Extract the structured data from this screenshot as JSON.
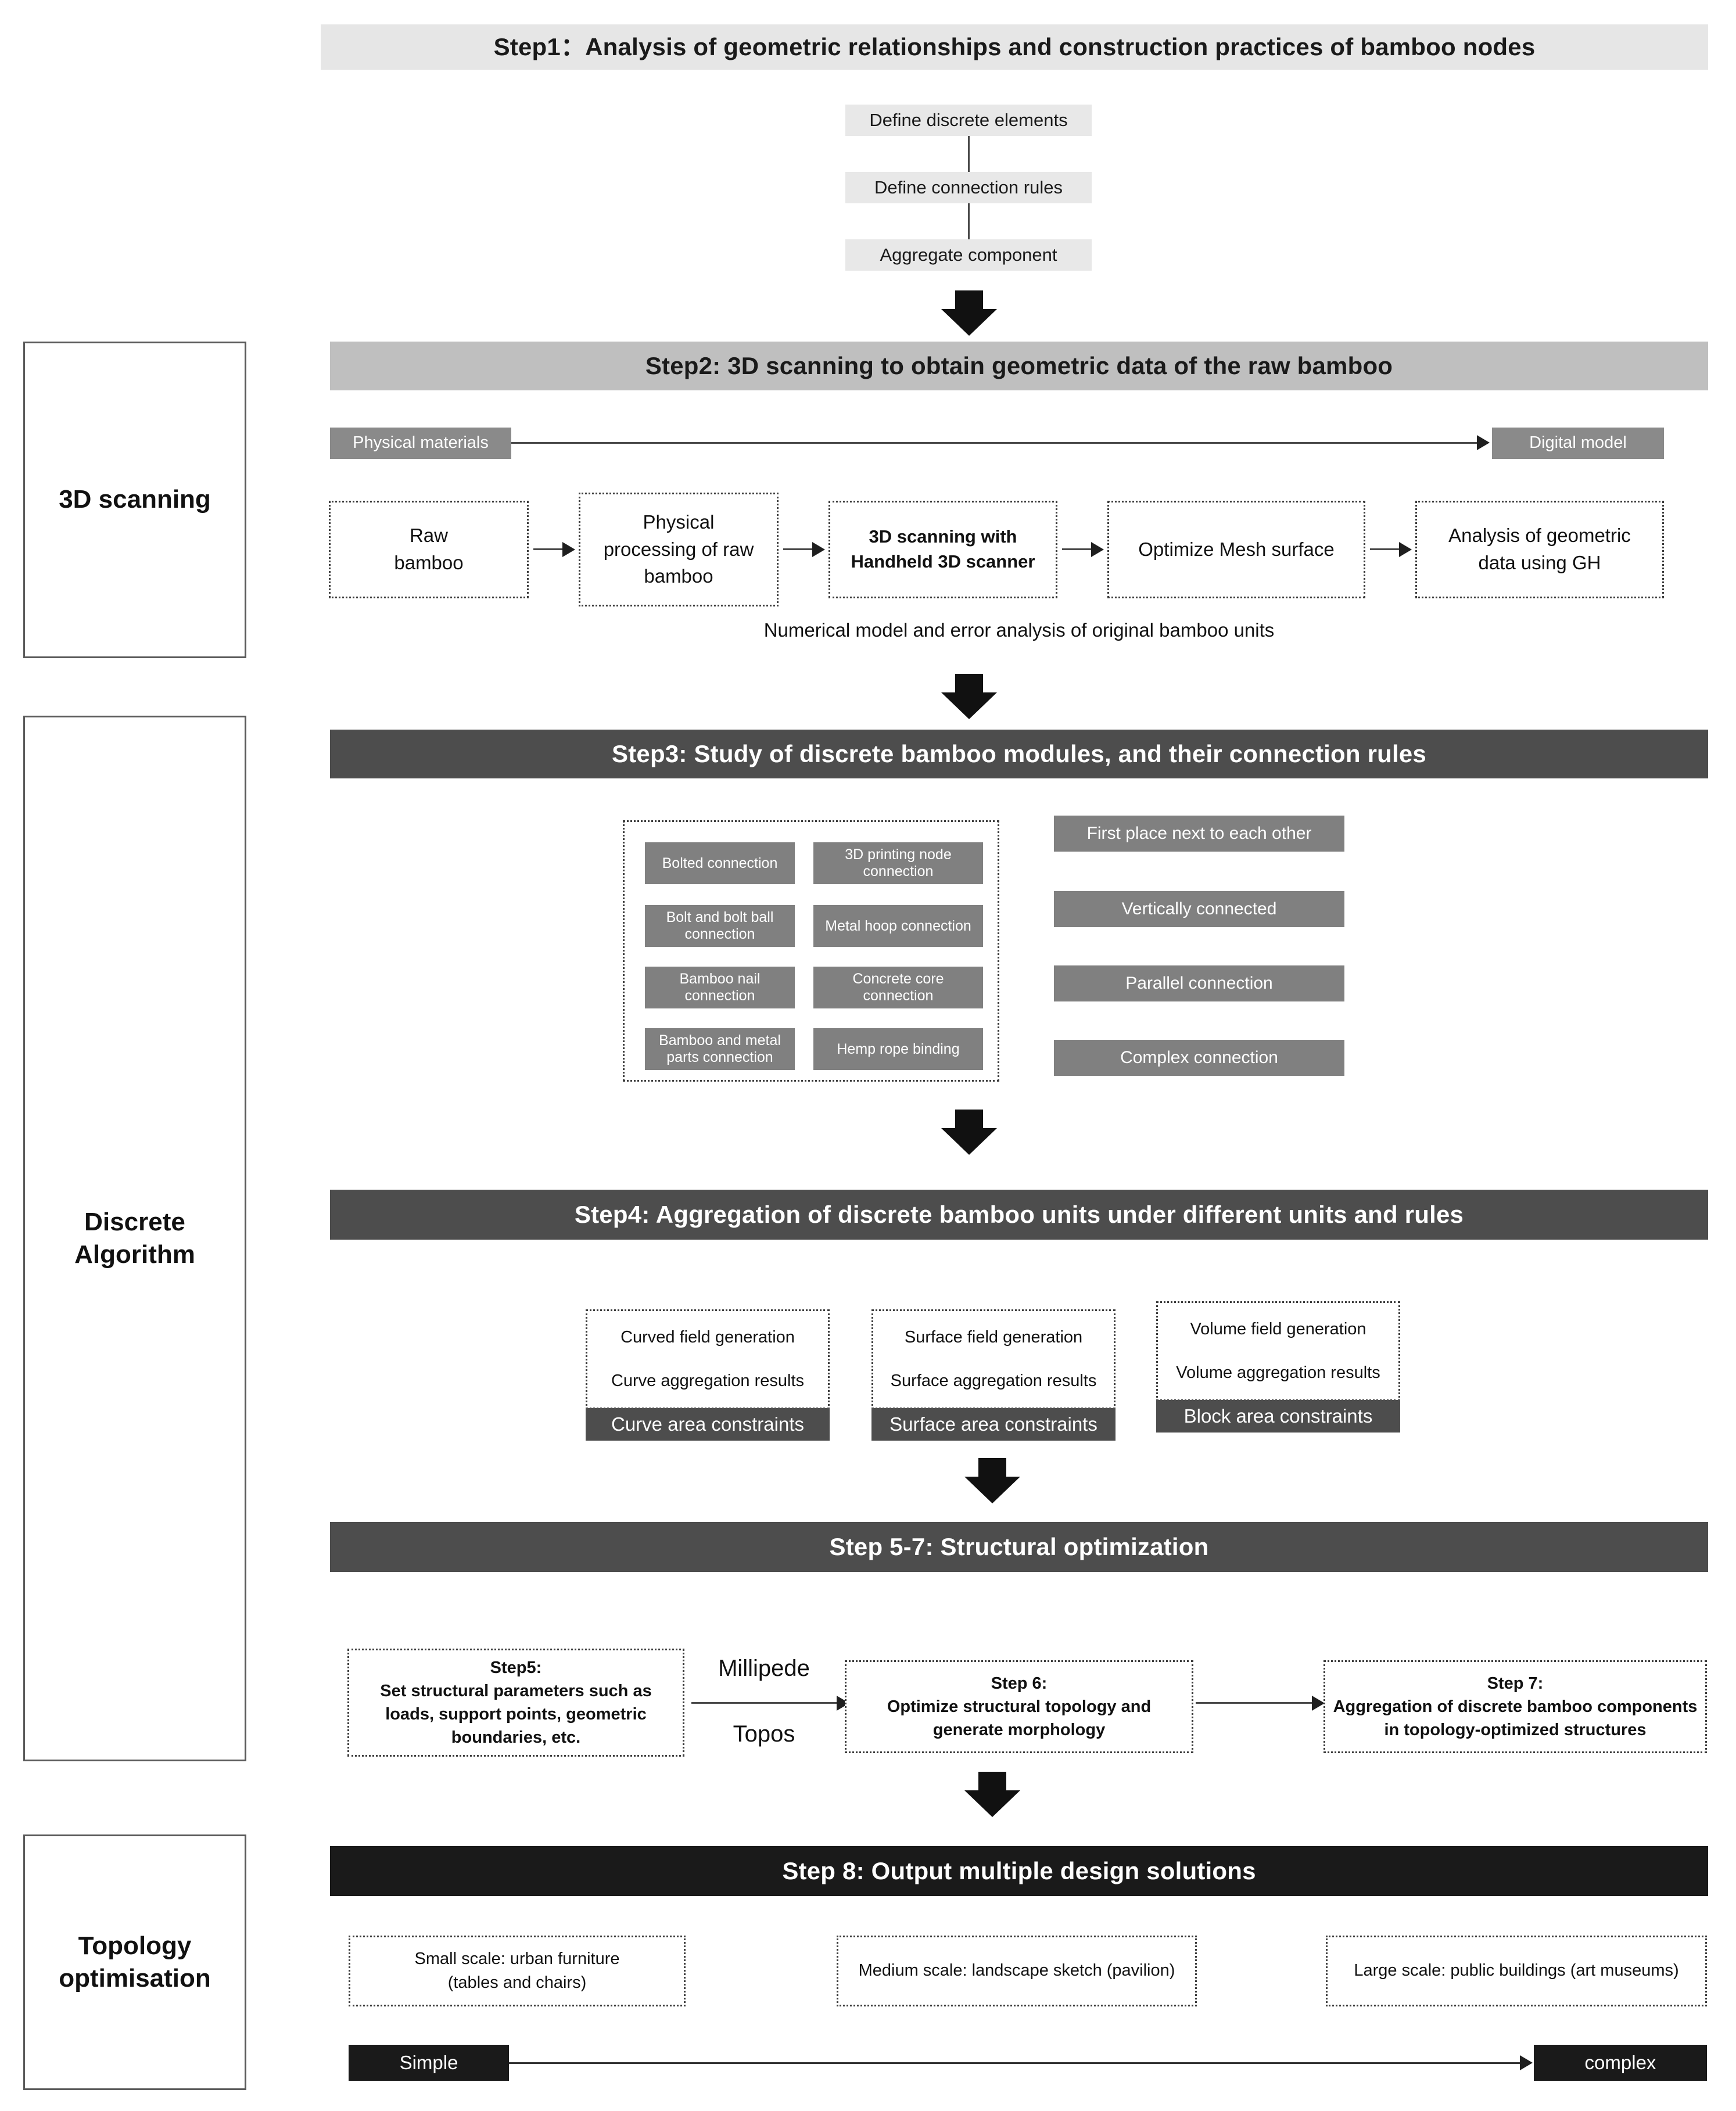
{
  "phases": [
    {
      "label": "3D scanning"
    },
    {
      "label": "Discrete\nAlgorithm"
    },
    {
      "label": "Topology\noptimisation"
    }
  ],
  "phase_labels": {
    "scanning": "3D scanning",
    "discrete_line1": "Discrete",
    "discrete_line2": "Algorithm",
    "topology_line1": "Topology",
    "topology_line2": "optimisation"
  },
  "step1": {
    "header": "Step1：Analysis of geometric relationships and construction practices of bamboo nodes",
    "chain": [
      "Define discrete elements",
      "Define connection rules",
      "Aggregate component"
    ]
  },
  "step2": {
    "header": "Step2: 3D scanning to obtain geometric data of the raw bamboo",
    "band_left": "Physical materials",
    "band_right": "Digital model",
    "boxes": [
      "Raw\nbamboo",
      "Physical\nprocessing of raw\nbamboo",
      "3D scanning with\nHandheld 3D scanner",
      "Optimize Mesh surface",
      "Analysis of geometric\ndata using GH"
    ],
    "box_lines": {
      "b0_l1": "Raw",
      "b0_l2": "bamboo",
      "b1_l1": "Physical",
      "b1_l2": "processing of raw",
      "b1_l3": "bamboo",
      "b2_l1": "3D scanning with",
      "b2_l2": "Handheld 3D scanner",
      "b3_l1": "Optimize Mesh surface",
      "b4_l1": "Analysis of geometric",
      "b4_l2": "data using GH"
    },
    "caption": "Numerical model and error analysis of original bamboo units"
  },
  "step3": {
    "header": "Step3:  Study of discrete bamboo modules, and their connection rules",
    "connection_types": [
      "Bolted connection",
      "3D printing node\nconnection",
      "Bolt and bolt ball\nconnection",
      "Metal hoop connection",
      "Bamboo nail\nconnection",
      "Concrete core\nconnection",
      "Bamboo and metal\nparts connection",
      "Hemp rope binding"
    ],
    "connection_lines": {
      "c0": "Bolted connection",
      "c1_l1": "3D printing node",
      "c1_l2": "connection",
      "c2_l1": "Bolt and bolt ball",
      "c2_l2": "connection",
      "c3": "Metal hoop connection",
      "c4_l1": "Bamboo nail",
      "c4_l2": "connection",
      "c5_l1": "Concrete core",
      "c5_l2": "connection",
      "c6_l1": "Bamboo and metal",
      "c6_l2": "parts connection",
      "c7": "Hemp rope binding"
    },
    "rules": [
      "First place next to each other",
      "Vertically connected",
      "Parallel connection",
      "Complex connection"
    ]
  },
  "step4": {
    "header": "Step4: Aggregation of discrete bamboo units under different units and rules",
    "columns": [
      {
        "line1": "Curved field generation",
        "line2": "Curve aggregation results",
        "footer": "Curve area constraints"
      },
      {
        "line1": "Surface field generation",
        "line2": "Surface aggregation results",
        "footer": "Surface area constraints"
      },
      {
        "line1": "Volume field generation",
        "line2": "Volume aggregation results",
        "footer": "Block area constraints"
      }
    ]
  },
  "step57": {
    "header": "Step 5-7: Structural optimization",
    "step5": {
      "title": "Step5:",
      "line1": "Set structural parameters such as",
      "line2": "loads, support points, geometric",
      "line3": "boundaries, etc."
    },
    "connector": {
      "top": "Millipede",
      "bottom": "Topos"
    },
    "step6": {
      "title": "Step 6:",
      "line1": "Optimize structural topology and",
      "line2": "generate morphology"
    },
    "step7": {
      "title": "Step 7:",
      "line1": "Aggregation of discrete bamboo components",
      "line2": "in topology-optimized structures"
    }
  },
  "step8": {
    "header": "Step 8: Output multiple design solutions",
    "outputs": [
      {
        "line1": "Small scale: urban furniture",
        "line2": "(tables and chairs)"
      },
      {
        "line1": "Medium scale: landscape sketch (pavilion)",
        "line2": ""
      },
      {
        "line1": "Large scale: public buildings (art museums)",
        "line2": ""
      }
    ],
    "scale_left": "Simple",
    "scale_right": "complex"
  },
  "colors": {
    "bar_light": "#e6e6e6",
    "bar_mid": "#bfbfbf",
    "bar_dark": "#4d4d4d",
    "bar_black": "#1a1a1a",
    "chip": "#e8e8e8",
    "gray_box": "#808080",
    "line": "#4a4a4a"
  }
}
